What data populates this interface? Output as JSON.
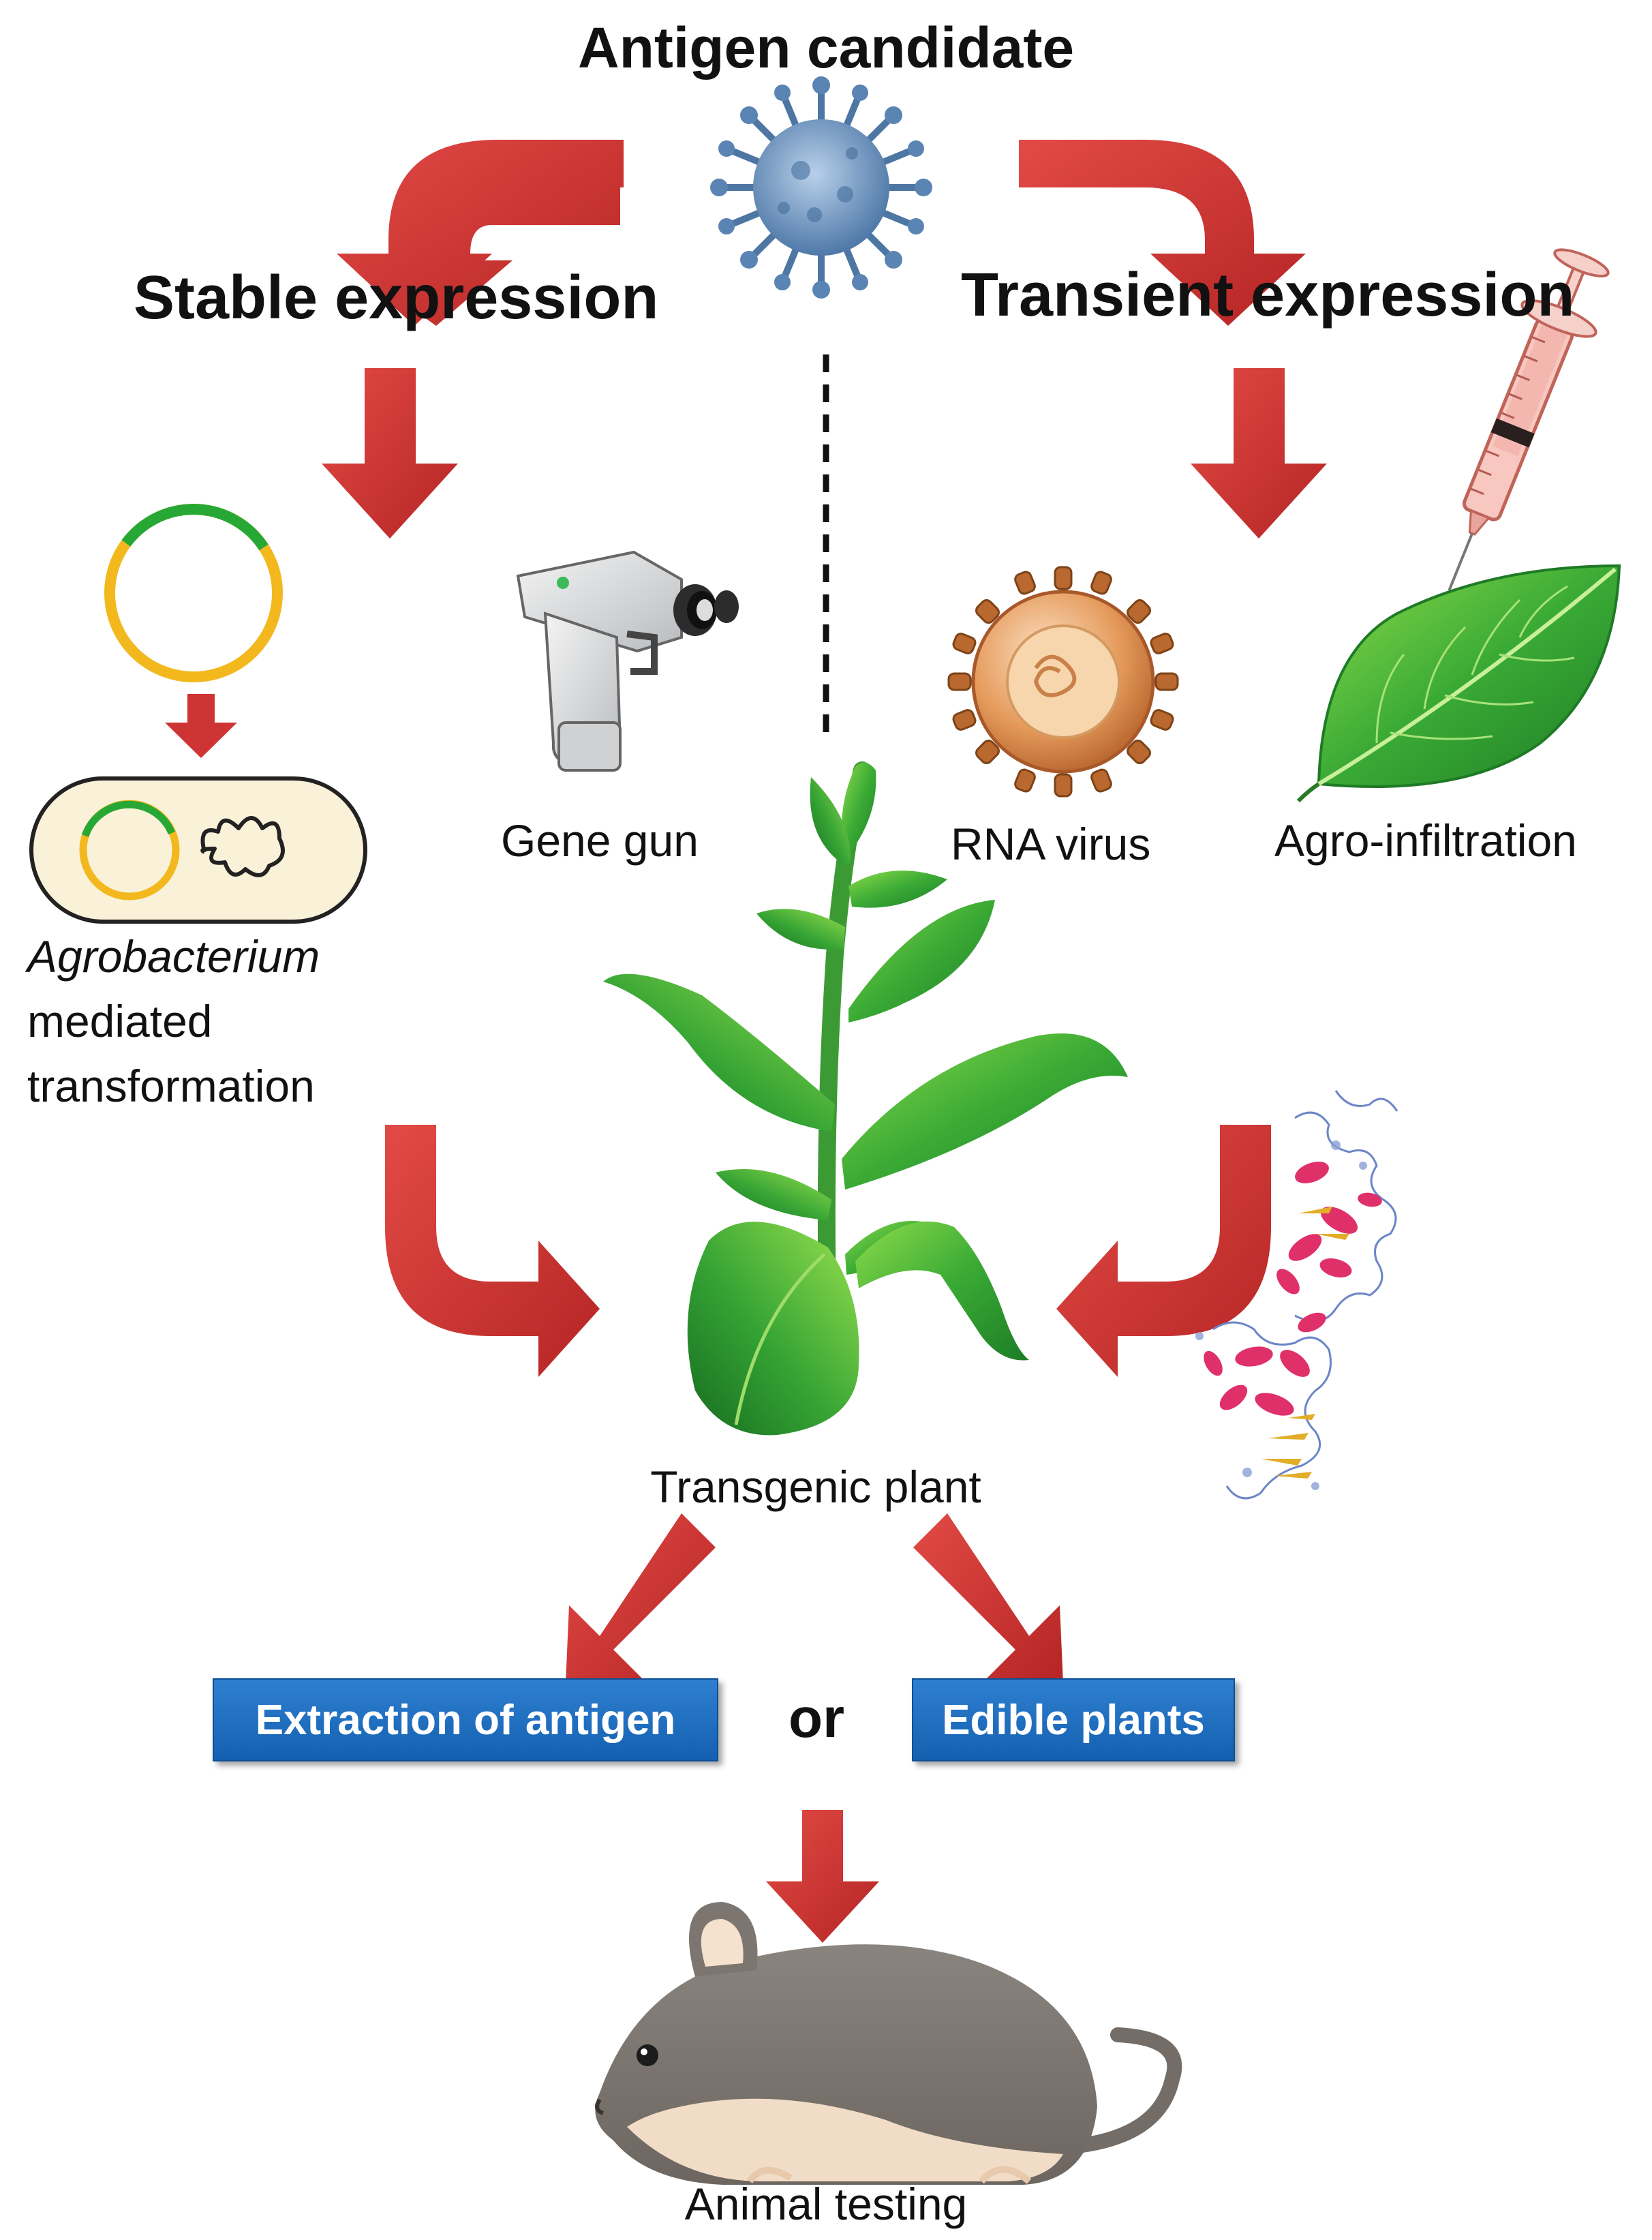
{
  "title": "Antigen candidate",
  "branches": {
    "stable": "Stable expression",
    "transient": "Transient expression"
  },
  "methods": {
    "agro_line1": "Agrobacterium",
    "agro_line2": "mediated",
    "agro_line3": "transformation",
    "gene_gun": "Gene gun",
    "rna_virus": "RNA virus",
    "agro_infiltration": "Agro-infiltration"
  },
  "center": {
    "plant": "Transgenic plant"
  },
  "outcomes": {
    "extraction": "Extraction of antigen",
    "or": "or",
    "edible": "Edible plants"
  },
  "final": "Animal testing",
  "colors": {
    "arrow": "#d43a3a",
    "arrow_dark": "#a51f1f",
    "box": "#1f6fc0",
    "leaf": "#3aa832",
    "plasmid_ring": "#f2b81e",
    "plasmid_insert": "#27a835",
    "virus_blue": "#6a92bd",
    "rna_virus": "#d9864a",
    "protein_pink": "#e0306a",
    "protein_gold": "#e2ad28",
    "mouse": "#7d7670",
    "mouse_belly": "#f1ddc7"
  },
  "icons": [
    "coronavirus-icon",
    "plasmid-icon",
    "bacterium-icon",
    "gene-gun-icon",
    "rna-virus-icon",
    "syringe-icon",
    "leaf-icon",
    "plant-icon",
    "protein-structure-icon",
    "mouse-icon"
  ]
}
